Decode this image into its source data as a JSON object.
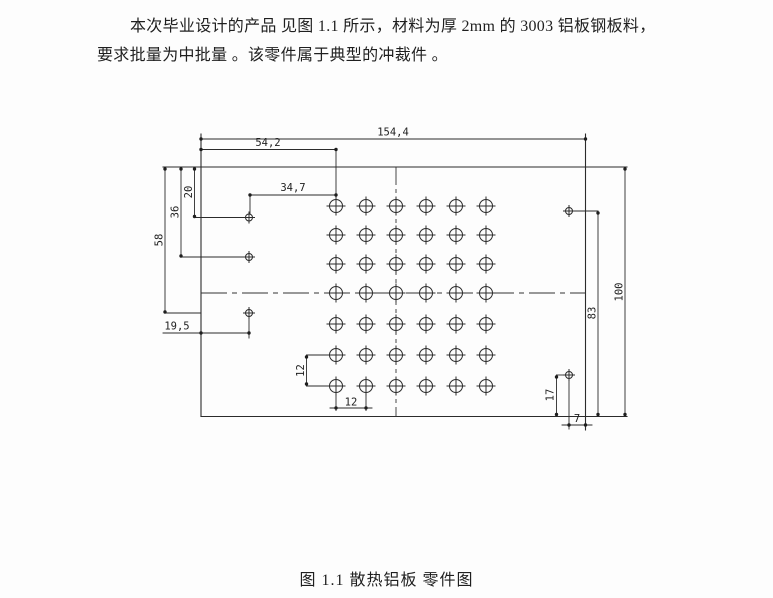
{
  "page": {
    "paragraph": {
      "line1": "本次毕业设计的产品 见图 1.1 所示，材料为厚 2mm 的 3003 铝板钢板料，",
      "line2": "要求批量为中批量 。该零件属于典型的冲裁件 。"
    },
    "caption": "图 1.1 散热铝板 零件图"
  },
  "figure": {
    "type": "engineering-drawing",
    "part_name": "散热铝板",
    "dims": {
      "total_width": "154,4",
      "grid_left": "54,2",
      "side_hole_to_grid": "34,7",
      "side_hole1_y": "20",
      "side_hole2_y": "36",
      "side_hole3_y": "58",
      "side_hole3_x": "19,5",
      "total_height": "100",
      "right_hole_top_y": "83",
      "right_hole_bottom_y": "17",
      "right_hole_x": "7",
      "grid_pitch_v": "12",
      "grid_pitch_h": "12"
    },
    "grid": {
      "columns": 6,
      "rows": 7
    },
    "small_hole_count": 5
  }
}
